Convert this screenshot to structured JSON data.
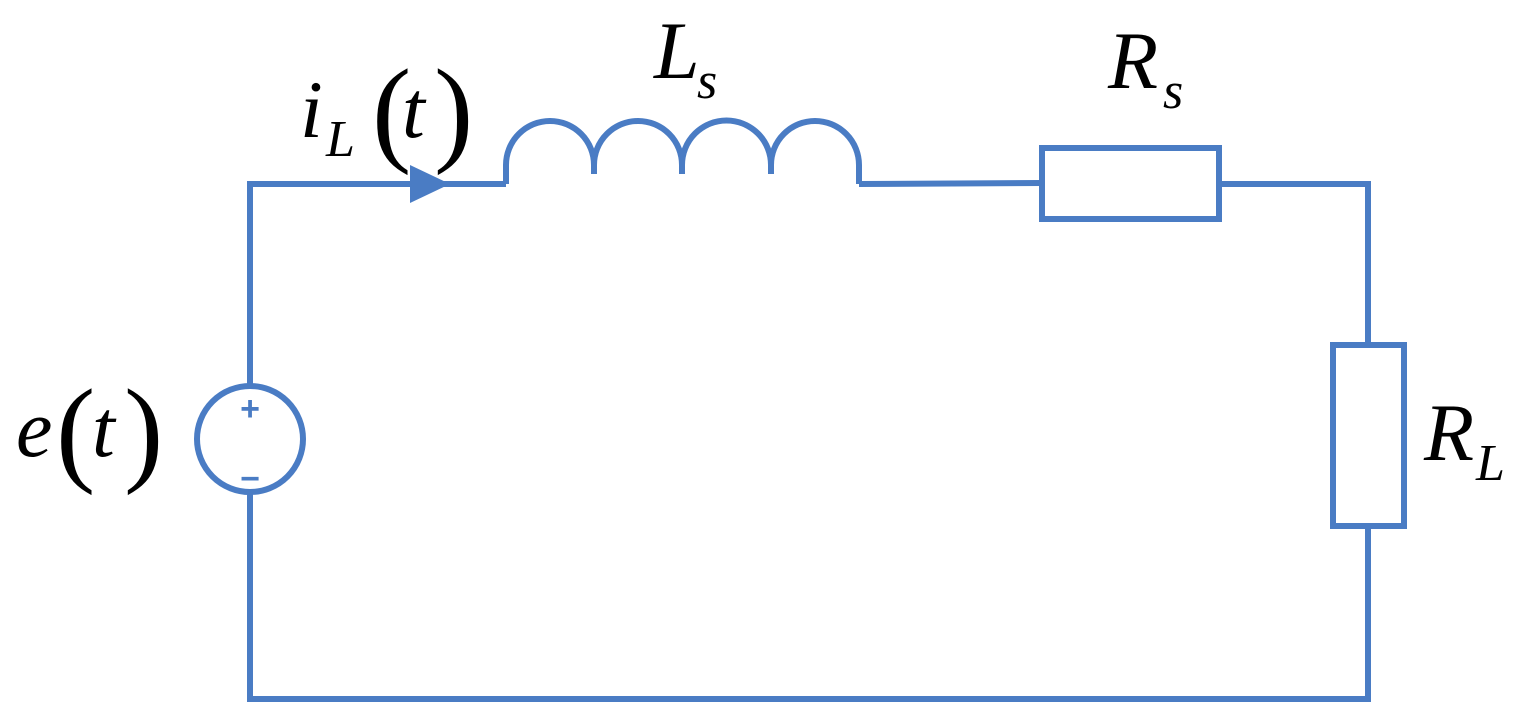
{
  "colors": {
    "wire": "#4a7cc4",
    "text": "#000000",
    "background": "#ffffff"
  },
  "labels": {
    "current": {
      "main": "i",
      "sub": "L",
      "open": "(",
      "arg": "t",
      "close": ")"
    },
    "inductor": {
      "main": "L",
      "sub": "s"
    },
    "series_resistor": {
      "main": "R",
      "sub": "s"
    },
    "load_resistor": {
      "main": "R",
      "sub": "L"
    },
    "source": {
      "main": "e",
      "open": "(",
      "arg": "t",
      "close": ")"
    }
  },
  "source_signs": {
    "plus": "+",
    "minus": "−"
  }
}
